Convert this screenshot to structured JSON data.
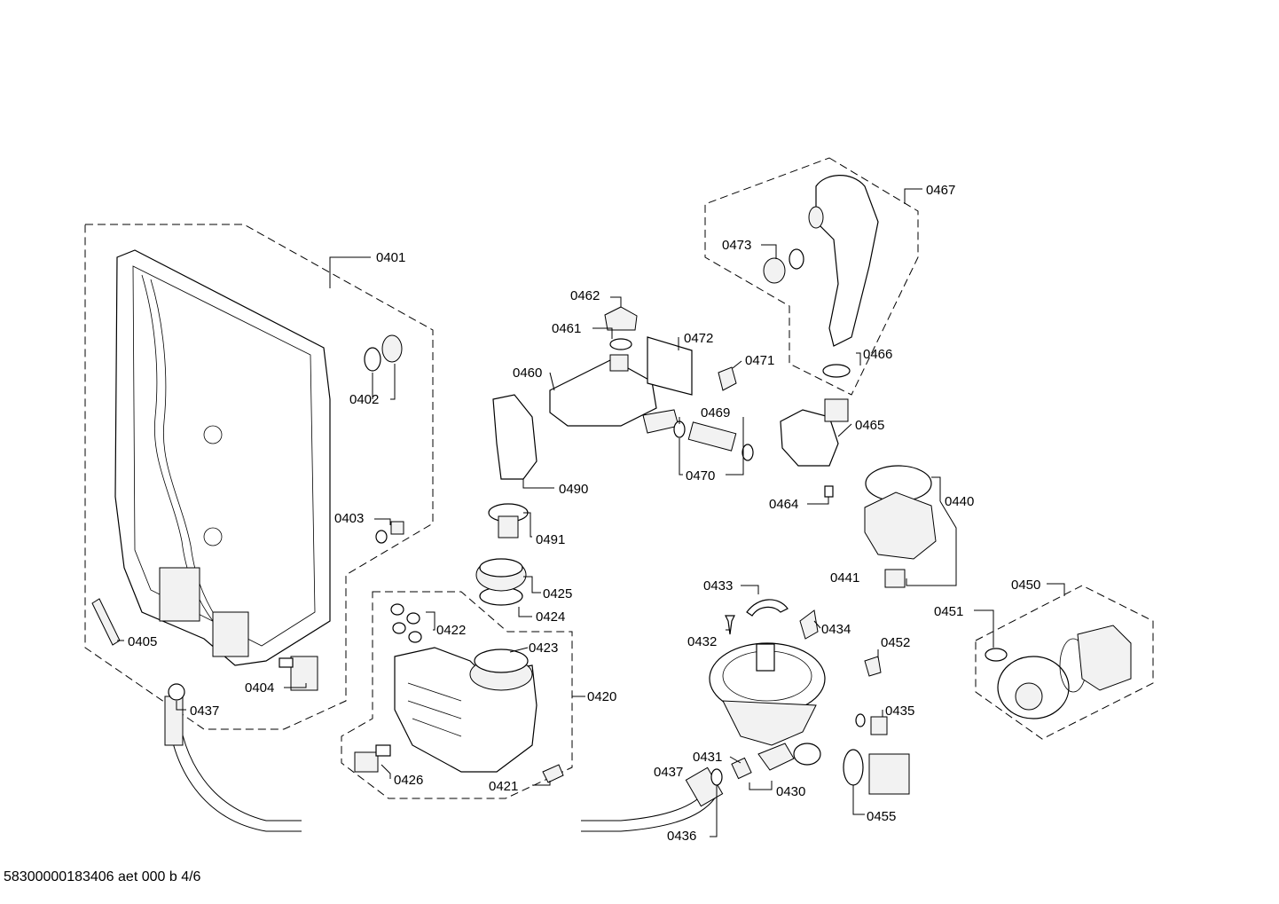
{
  "footer_code": "58300000183406 aet 000 b 4/6",
  "labels": {
    "p0401": "0401",
    "p0402": "0402",
    "p0403": "0403",
    "p0404": "0404",
    "p0405": "0405",
    "p0437a": "0437",
    "p0420": "0420",
    "p0421": "0421",
    "p0422": "0422",
    "p0423": "0423",
    "p0424": "0424",
    "p0425": "0425",
    "p0426": "0426",
    "p0460": "0460",
    "p0461": "0461",
    "p0462": "0462",
    "p0472": "0472",
    "p0471": "0471",
    "p0469": "0469",
    "p0470": "0470",
    "p0490": "0490",
    "p0491": "0491",
    "p0467": "0467",
    "p0473": "0473",
    "p0466": "0466",
    "p0465": "0465",
    "p0464": "0464",
    "p0440": "0440",
    "p0441": "0441",
    "p0433": "0433",
    "p0432": "0432",
    "p0434": "0434",
    "p0452": "0452",
    "p0435": "0435",
    "p0431": "0431",
    "p0437b": "0437",
    "p0430": "0430",
    "p0436": "0436",
    "p0455": "0455",
    "p0450": "0450",
    "p0451": "0451"
  }
}
